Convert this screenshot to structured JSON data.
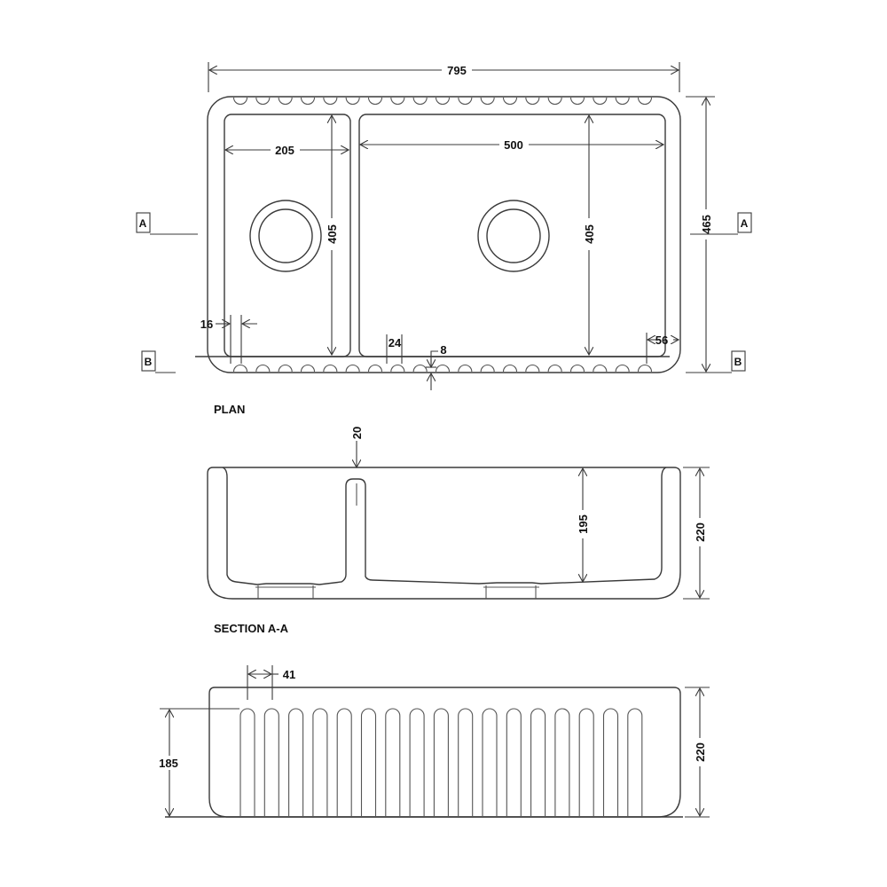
{
  "plan": {
    "title": "PLAN",
    "dims": {
      "overall_width": "795",
      "overall_depth": "465",
      "small_bowl_width": "205",
      "large_bowl_width": "500",
      "small_bowl_length": "405",
      "large_bowl_length": "405",
      "rim_offset": "16",
      "divider_width": "24",
      "lip": "8",
      "side_wall": "56"
    },
    "section_markers": {
      "a_left": "A",
      "a_right": "A",
      "b_left": "B",
      "b_right": "B"
    },
    "scallop_count": 19
  },
  "section": {
    "title": "SECTION A-A",
    "dims": {
      "divider_drop": "20",
      "bowl_depth": "195",
      "overall_height": "220"
    }
  },
  "elevation": {
    "title": "",
    "dims": {
      "flute_pitch": "41",
      "flute_height": "185",
      "overall_height": "220"
    },
    "flute_count": 17
  }
}
